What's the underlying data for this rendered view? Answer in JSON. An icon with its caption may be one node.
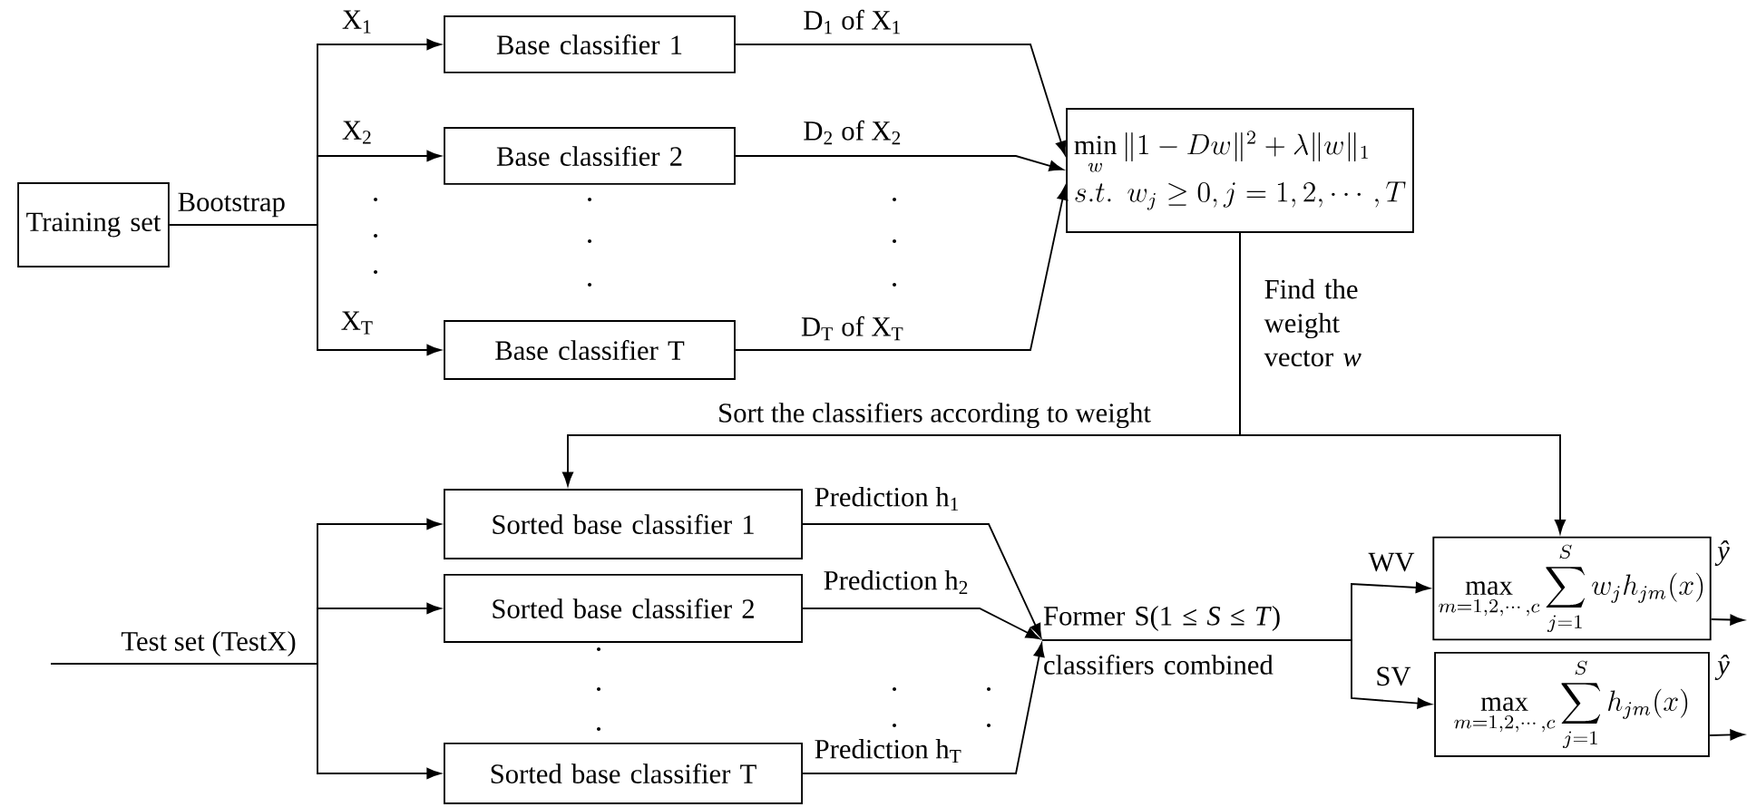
{
  "diagram": {
    "nodes": [
      {
        "text": [
          "Training set"
        ]
      },
      {
        "text": [
          "Base classifier 1"
        ]
      },
      {
        "text": [
          "Base classifier 2"
        ]
      },
      {
        "text": [
          "Base classifier T"
        ]
      },
      {
        "text": [
          "\\min\\limits_{w}\\|1-Dw\\|^2+\\lambda\\|w\\|_1",
          "s.t.\\ \\ w_j\\geq 0, j=1,2,\\cdots,T"
        ]
      },
      {
        "text": [
          "Sorted base classifier 1"
        ]
      },
      {
        "text": [
          "Sorted base classifier 2"
        ]
      },
      {
        "text": [
          "Sorted base classifier T"
        ]
      },
      {
        "text": [
          "Former S(1 ≤ *S* ≤ *T*) classifiers combined"
        ]
      },
      {
        "text": [
          "\\max_{m=1,2,\\cdots,c}\\sum_{j=1}^{S} w_j h_{jm}(x)"
        ]
      },
      {
        "text": [
          "\\max_{m=1,2,\\cdots,c}\\sum_{j=1}^{S} h_{jm}(x)"
        ]
      }
    ],
    "edges": [
      {
        "from": 0,
        "to": 1,
        "arrow": "to",
        "label": "X$_{1}$"
      },
      {
        "from": 0,
        "to": 2,
        "arrow": "to",
        "label": "X$_{2}$"
      },
      {
        "from": 0,
        "to": 3,
        "arrow": "to",
        "label": "X$_{T}$"
      },
      {
        "from": 1,
        "to": 4,
        "arrow": "to",
        "label": "D$_{1}$ of X$_{1}$"
      },
      {
        "from": 2,
        "to": 4,
        "arrow": "to",
        "label": "D$_{2}$ of X$_{2}$"
      },
      {
        "from": 3,
        "to": 4,
        "arrow": "to",
        "label": "D$_{T}$ of X$_{T}$"
      },
      {
        "from": 4,
        "to": 5,
        "arrow": "to",
        "label": "Sort the classifiers according to weight"
      },
      {
        "from": 4,
        "to": 9,
        "arrow": "to",
        "label": "Find the weight vector *w*"
      },
      {
        "from": null,
        "to": 5,
        "arrow": "to",
        "label": "Test set (TestX)"
      },
      {
        "from": null,
        "to": 6,
        "arrow": "to"
      },
      {
        "from": null,
        "to": 7,
        "arrow": "to"
      },
      {
        "from": 5,
        "to": 8,
        "arrow": "to",
        "label": "Prediction h$_{1}$"
      },
      {
        "from": 6,
        "to": 8,
        "arrow": "to",
        "label": "Prediction h$_{2}$"
      },
      {
        "from": 7,
        "to": 8,
        "arrow": "to",
        "label": "Prediction h$_{T}$"
      },
      {
        "from": 8,
        "to": 9,
        "arrow": "to",
        "label": "WV"
      },
      {
        "from": 8,
        "to": 10,
        "arrow": "to",
        "label": "SV"
      },
      {
        "from": 9,
        "to": null,
        "arrow": "to",
        "label": "*ŷ*"
      },
      {
        "from": 10,
        "to": null,
        "arrow": "to",
        "label": "*ŷ*"
      }
    ],
    "labels": [
      "Bootstrap"
    ]
  }
}
